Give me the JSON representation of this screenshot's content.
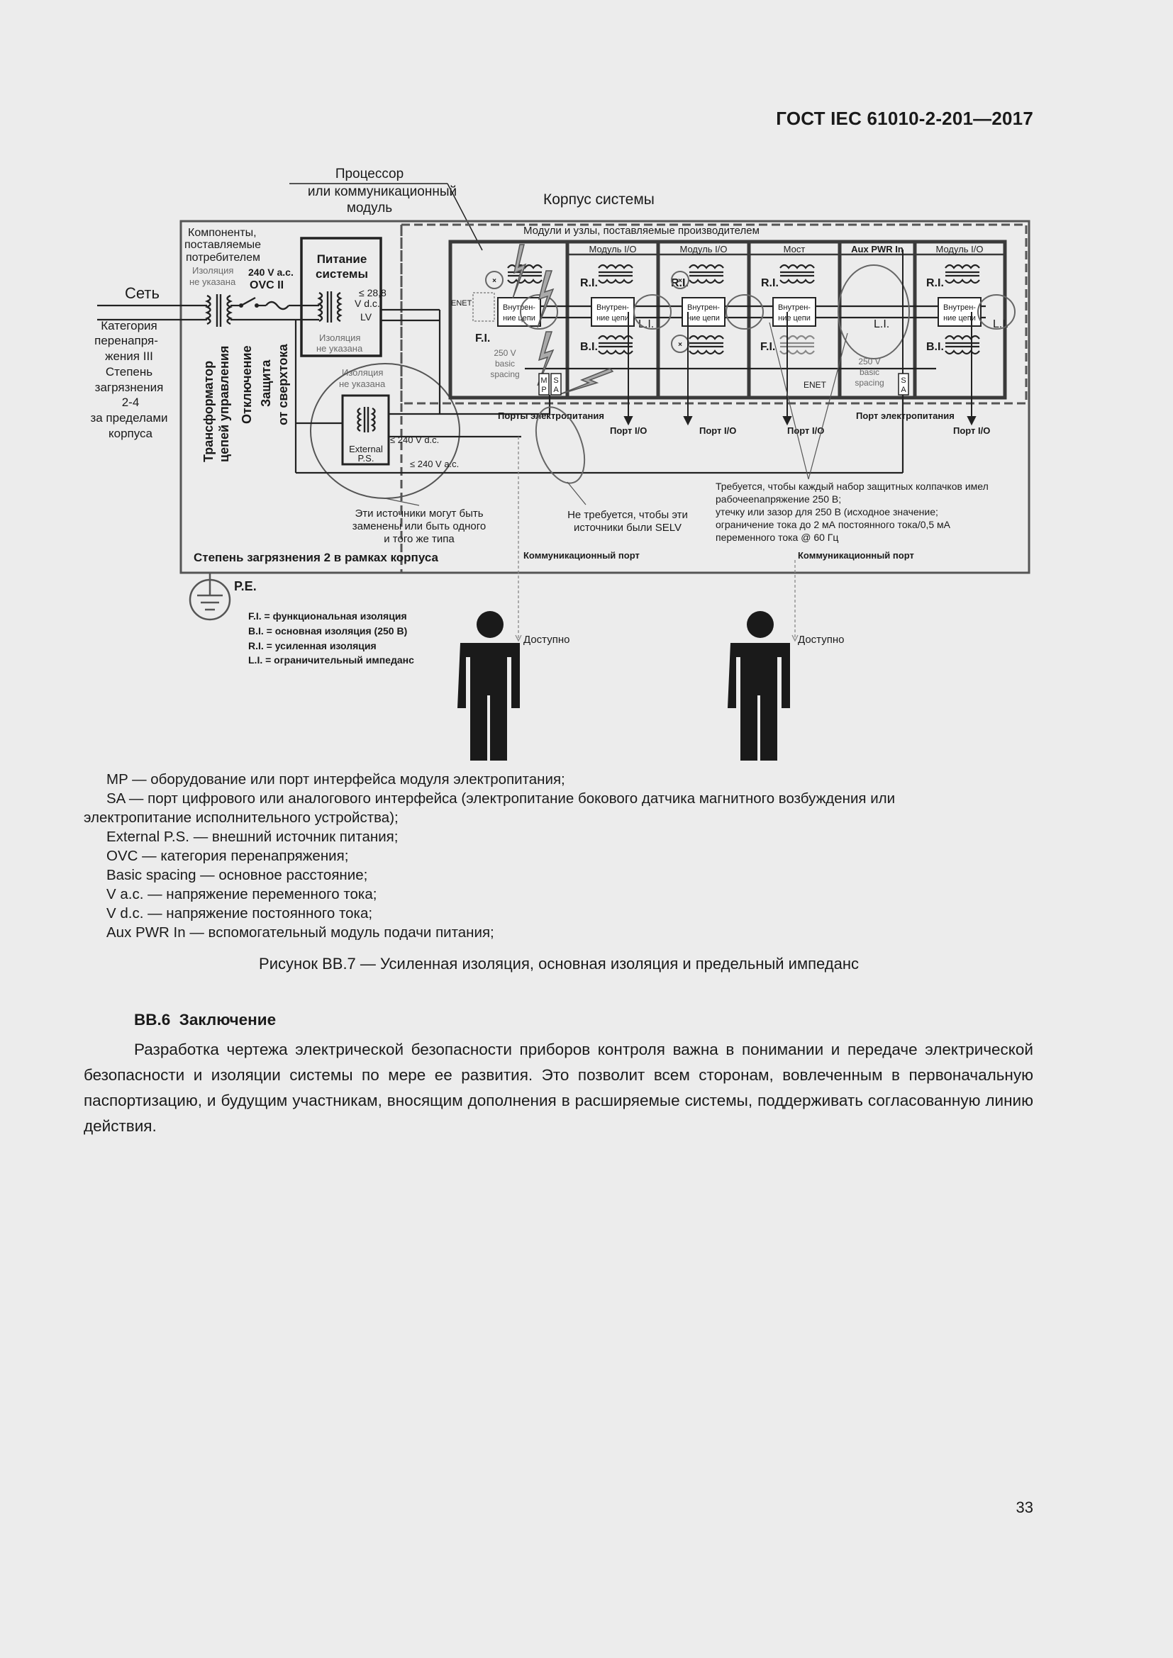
{
  "header": {
    "standard": "ГОСТ IEC 61010-2-201—2017"
  },
  "figure": {
    "processor_label": [
      "Процессор",
      "или коммуникационный",
      "модуль"
    ],
    "system_body": "Корпус системы",
    "modules_title": "Модули и узлы, поставляемые производителем",
    "consumer_components": [
      "Компоненты,",
      "поставляемые",
      "потребителем"
    ],
    "iso_not_specified": [
      "Изоляция",
      "не указана"
    ],
    "ovc": [
      "240 V a.c.",
      "OVC II"
    ],
    "power_supply": [
      "Питание",
      "системы"
    ],
    "lv": [
      "≤ 28,8",
      "V d.c.",
      "LV"
    ],
    "ps_iso": [
      "Изоляция",
      "не указана"
    ],
    "mains": "Сеть",
    "overvoltage": [
      "Категория",
      "перенапря-",
      "жения III",
      "Степень",
      "загрязнения",
      "2-4",
      "за пределами",
      "корпуса"
    ],
    "vertical_labels": [
      "Трансформатор",
      "цепей управления",
      "Отключение",
      "Защита",
      "от сверхтока"
    ],
    "ext_iso": [
      "Изоляция",
      "не указана"
    ],
    "external_ps": [
      "External",
      "P.S."
    ],
    "v240dc": "≤ 240 V d.c.",
    "v240ac": "≤ 240 V a.c.",
    "sources_note": [
      "Эти источники могут быть",
      "заменены или быть одного",
      "и того же типа"
    ],
    "pollution_inside": "Степень загрязнения 2 в рамках корпуса",
    "module_headers": [
      "Модуль I/O",
      "Модуль I/O",
      "Мост",
      "Aux PWR In",
      "Модуль I/O"
    ],
    "enet": "ENET",
    "internal_circuits": [
      "Внутрен-",
      "ние цепи"
    ],
    "ri": "R.I.",
    "bi": "B.I.",
    "fi": "F.I.",
    "li": "L.I.",
    "spacing": [
      "250 V",
      "basic",
      "spacing"
    ],
    "mp": [
      "M",
      "P"
    ],
    "sa": [
      "S",
      "A"
    ],
    "power_ports": "Порты электропитания",
    "power_port": "Порт электропитания",
    "io_port": "Порт I/O",
    "selv_note": [
      "Не требуется, чтобы эти",
      "источники были SELV"
    ],
    "requirement_note": [
      "Требуется, чтобы каждый набор защитных колпачков имел",
      "рабочееnапряжение 250 В;",
      "утечку или зазор для 250 В (исходное значение;",
      "ограничение тока до 2 мА постоянного тока/0,5 мА",
      "переменного тока @ 60 Гц"
    ],
    "comm_port": "Коммуникационный порт",
    "pe": "P.E.",
    "iso_legend": [
      "F.I. = функциональная изоляция",
      "B.I. = основная изоляция (250 В)",
      "R.I. = усиленная изоляция",
      "L.I. = ограничительный импеданс"
    ],
    "accessible": "Доступно"
  },
  "legend": [
    "MP — оборудование или порт интерфейса модуля электропитания;",
    "SA — порт цифрового или аналогового интерфейса (электропитание бокового датчика магнитного возбуждения или",
    "электропитание исполнительного устройства);",
    "External P.S. — внешний источник питания;",
    "OVC — категория перенапряжения;",
    "Basic spacing — основное расстояние;",
    "V a.c. — напряжение переменного тока;",
    "V d.c. — напряжение постоянного тока;",
    "Aux PWR In — вспомогательный модуль подачи питания;"
  ],
  "caption": "Рисунок BB.7 — Усиленная изоляция, основная изоляция и предельный импеданс",
  "section": {
    "number": "BB.6",
    "title": "Заключение"
  },
  "paragraph": "Разработка чертежа электрической безопасности приборов контроля важна в понимании и передаче электрической безопасности и изоляции системы по мере ее развития. Это позволит всем сторонам, вовлеченным в первоначальную паспортизацию, и будущим участникам, вносящим дополнения в расширяемые системы, поддерживать согласованную линию действия.",
  "page_number": "33"
}
